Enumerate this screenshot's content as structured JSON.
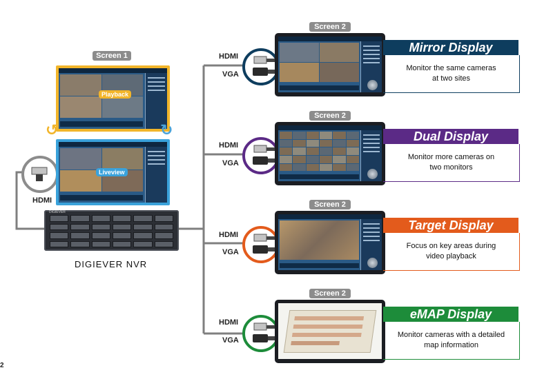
{
  "nvr": {
    "label": "DIGIEVER NVR",
    "brand": "DIGIEVER"
  },
  "screen1": {
    "tag": "Screen 1",
    "playback_label": "Playback",
    "liveview_label": "Liveview",
    "hdmi_label": "HDMI"
  },
  "displays": [
    {
      "tag": "Screen 2",
      "hdmi": "HDMI",
      "vga": "VGA",
      "title": "Mirror Display",
      "desc_line1": "Monitor the same cameras",
      "desc_line2": "at two sites",
      "color": "#0e3d5e"
    },
    {
      "tag": "Screen 2",
      "hdmi": "HDMI",
      "vga": "VGA",
      "title": "Dual Display",
      "desc_line1": "Monitor more cameras on",
      "desc_line2": "two monitors",
      "color": "#5b2a86"
    },
    {
      "tag": "Screen 2",
      "hdmi": "HDMI",
      "vga": "VGA",
      "title": "Target Display",
      "desc_line1": "Focus on key areas during",
      "desc_line2": "video playback",
      "color": "#e35b1c"
    },
    {
      "tag": "Screen 2",
      "hdmi": "HDMI",
      "vga": "VGA",
      "title": "eMAP Display",
      "desc_line1": "Monitor cameras with a detailed",
      "desc_line2": "map information",
      "color": "#1d8c3a"
    }
  ],
  "page_marker": "2",
  "colors": {
    "wire": "#7f7f7f",
    "playback": "#f2b52a",
    "liveview": "#3aa2db",
    "tag": "#8c8c8c"
  }
}
